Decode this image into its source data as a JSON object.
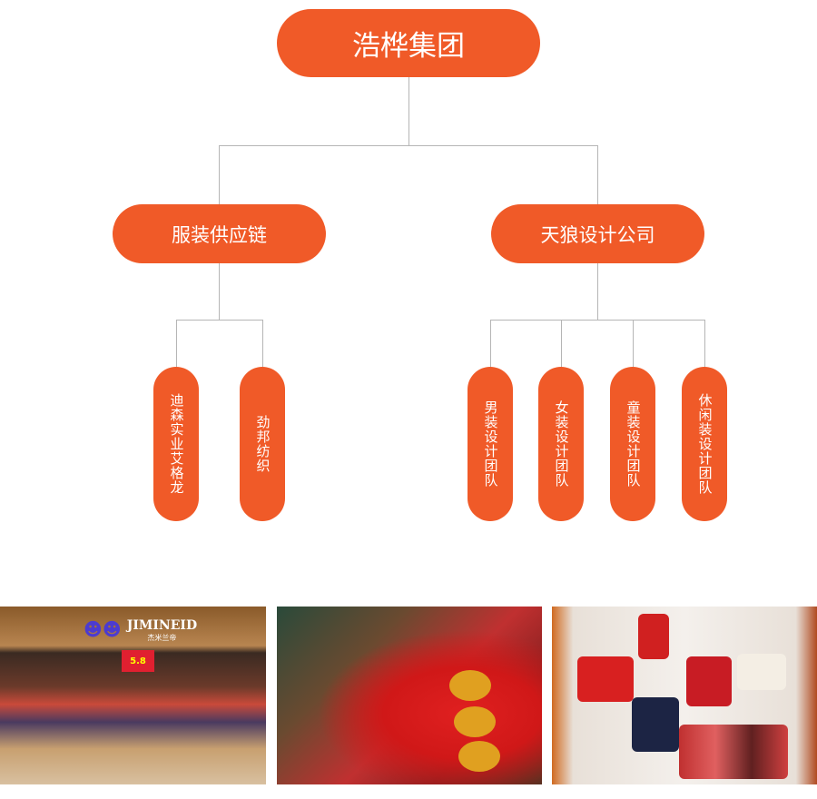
{
  "root": {
    "label": "浩桦集团"
  },
  "branches": [
    {
      "label": "服装供应链",
      "children": [
        "迪森实业艾格龙",
        "劲邦纺织"
      ]
    },
    {
      "label": "天狼设计公司",
      "children": [
        "男装设计团队",
        "女装设计团队",
        "童装设计团队",
        "休闲装设计团队"
      ]
    }
  ],
  "photos": {
    "store": {
      "brand": "JIMINEID",
      "brand_cn": "杰米兰帝",
      "sale": "5.8"
    }
  },
  "colors": {
    "accent": "#f05a28",
    "connector": "#b5b5b5"
  }
}
